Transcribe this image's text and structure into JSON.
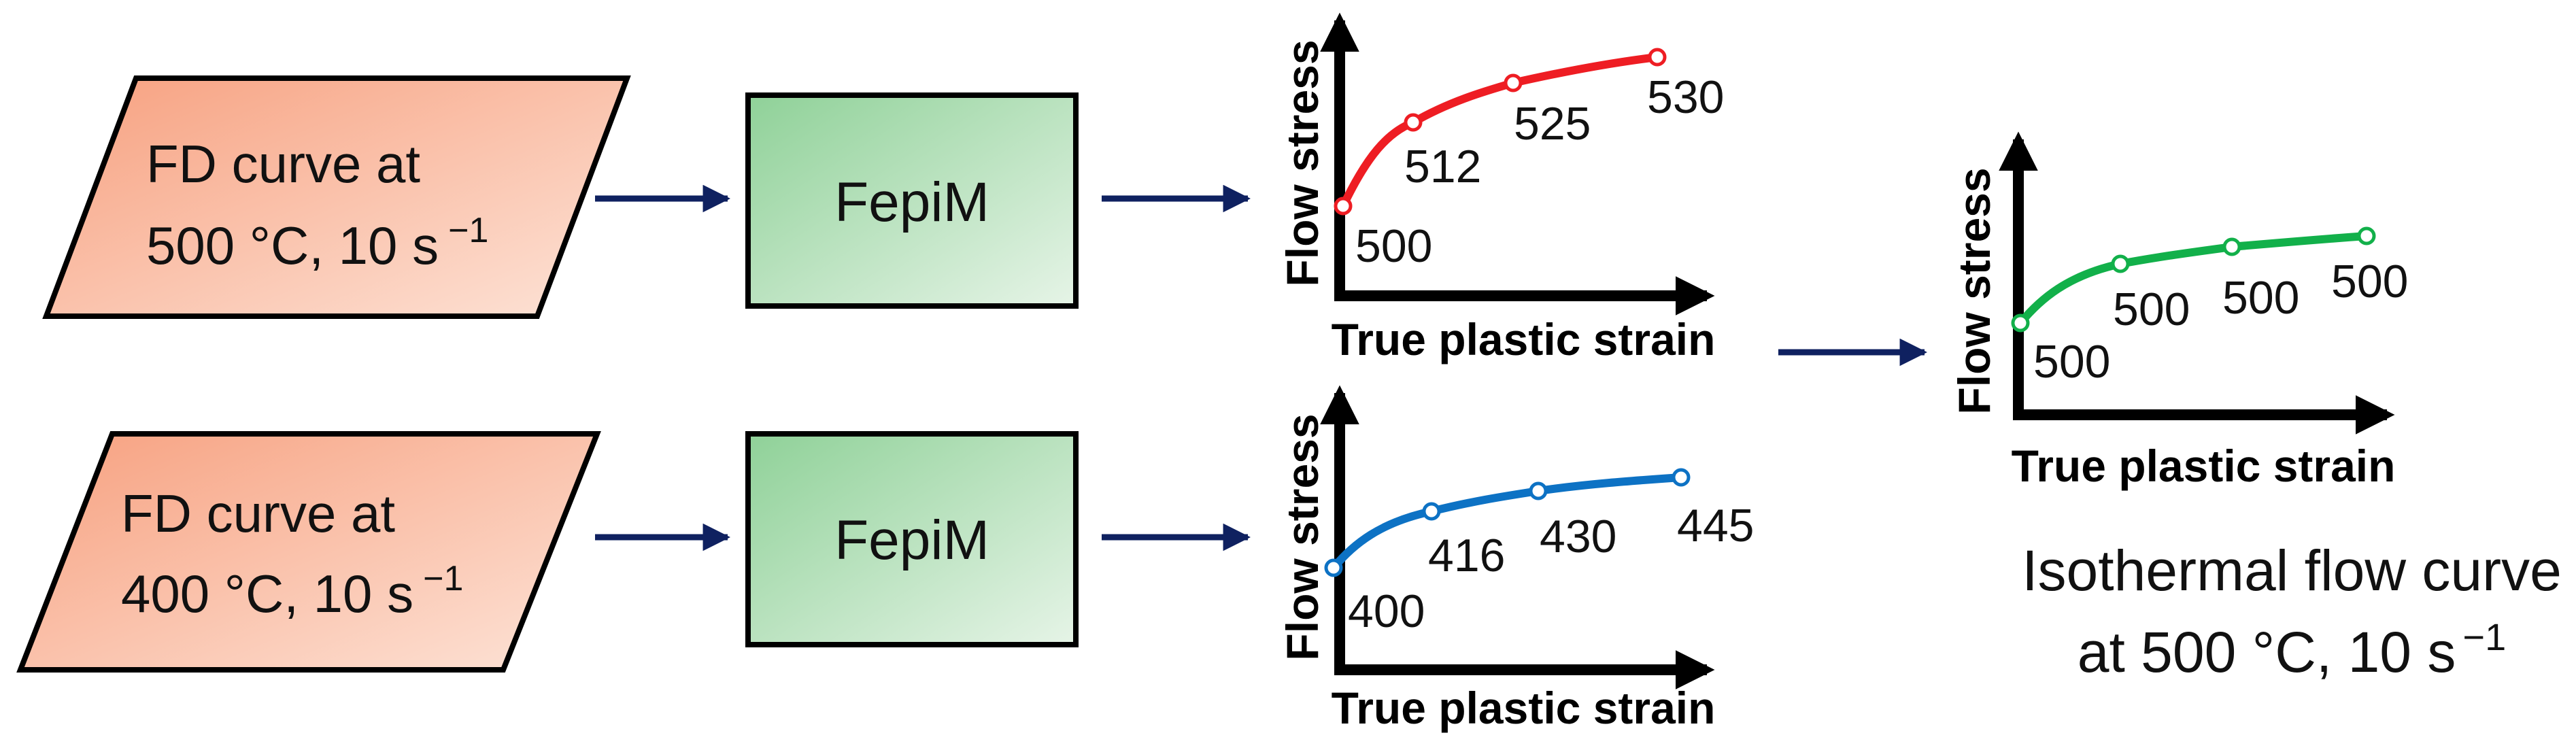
{
  "colors": {
    "parallelogram_fill_start": "#f7a07f",
    "parallelogram_fill_end": "#fde4d8",
    "box_fill_start": "#8fd198",
    "box_fill_end": "#e6f4e7",
    "arrow": "#0f2160",
    "red_curve": "#ee1d23",
    "blue_curve": "#0d72c4",
    "green_curve": "#12b04a"
  },
  "inputs": [
    {
      "line1": "FD curve at",
      "line2": "500 °C, 10 s",
      "superscript": "−1"
    },
    {
      "line1": "FD curve at",
      "line2": "400 °C, 10 s",
      "superscript": "−1"
    }
  ],
  "process": [
    {
      "label": "FepiM"
    },
    {
      "label": "FepiM"
    }
  ],
  "plots": [
    {
      "ylabel": "Flow stress",
      "xlabel": "True plastic strain",
      "point_labels": [
        "500",
        "512",
        "525",
        "530"
      ]
    },
    {
      "ylabel": "Flow stress",
      "xlabel": "True plastic strain",
      "point_labels": [
        "400",
        "416",
        "430",
        "445"
      ]
    },
    {
      "ylabel": "Flow stress",
      "xlabel": "True plastic strain",
      "point_labels": [
        "500",
        "500",
        "500",
        "500"
      ]
    }
  ],
  "result": {
    "line1": "Isothermal flow curve",
    "line2": "at 500 °C, 10 s",
    "superscript": "−1"
  }
}
